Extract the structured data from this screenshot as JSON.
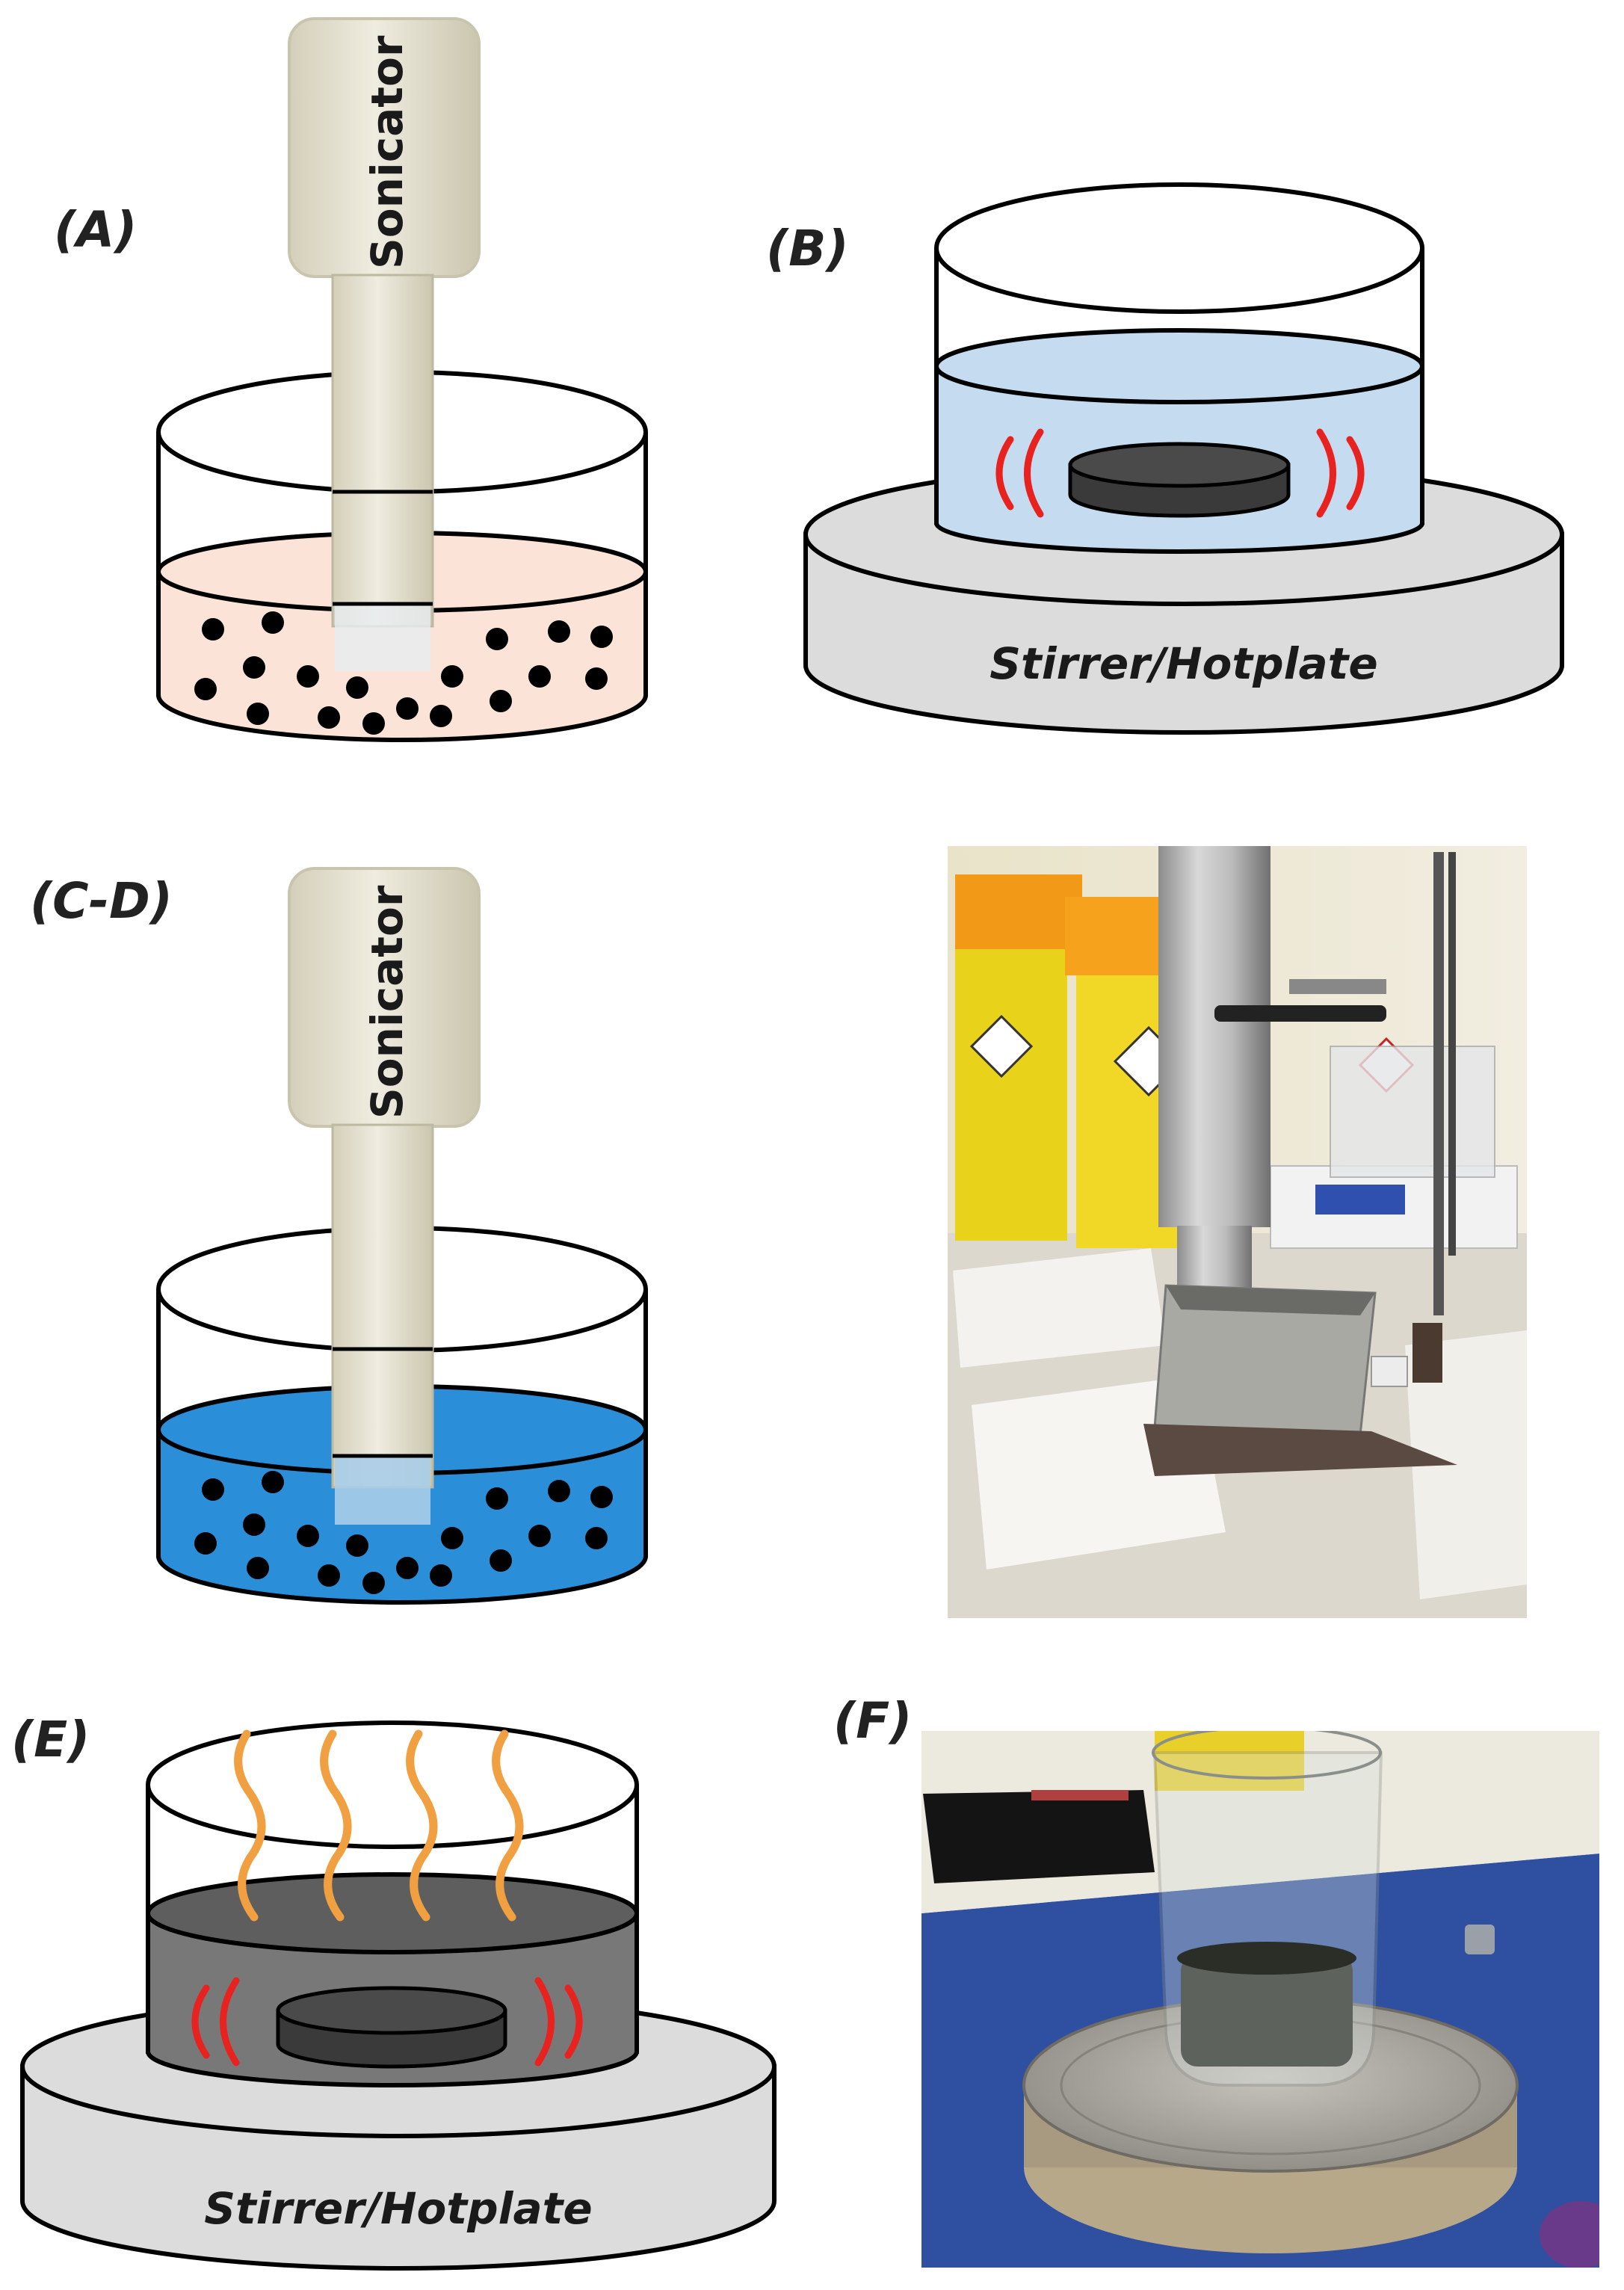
{
  "panels": {
    "a": {
      "label": "(A)",
      "device": "Sonicator"
    },
    "b": {
      "label": "(B)",
      "device": "Stirrer/Hotplate"
    },
    "cd": {
      "label": "(C-D)",
      "device": "Sonicator"
    },
    "e": {
      "label": "(E)",
      "device": "Stirrer/Hotplate"
    },
    "f": {
      "label": "(F)"
    }
  },
  "colors": {
    "liquid_a": "#fbe3d7",
    "liquid_b": "#c5dbf0",
    "liquid_cd": "#2a8fd8",
    "liquid_e": "#787878",
    "hotplate": "#dcdcdc",
    "sonicator": "#e6e2d0",
    "stir_marks": "#e8231f",
    "heat_waves": "#f0a040",
    "particles": "#000000"
  }
}
